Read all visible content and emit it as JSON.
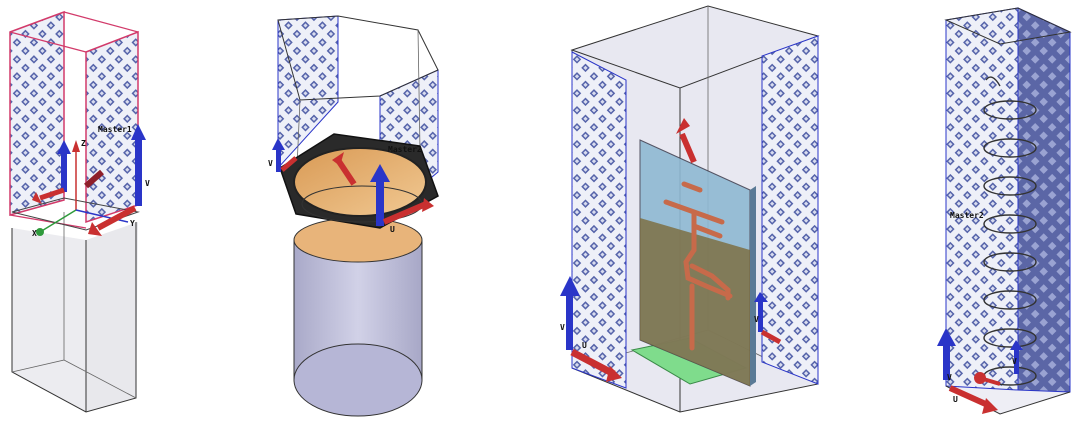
{
  "figure": {
    "panels": [
      {
        "id": "panel-1",
        "labels": {
          "master": "Master1",
          "v_axis": "V",
          "z_axis": "Z",
          "y_axis": "Y",
          "x_axis": "X"
        }
      },
      {
        "id": "panel-2",
        "labels": {
          "master": "Master2",
          "v_axis": "V",
          "u_axis": "U"
        }
      },
      {
        "id": "panel-3",
        "labels": {
          "v_left": "V",
          "u_left": "U",
          "v_right": "V"
        }
      },
      {
        "id": "panel-4",
        "labels": {
          "master": "Master2",
          "v_axis": "V",
          "u_axis": "U",
          "v_small": "V"
        }
      }
    ],
    "colors": {
      "boundary_pattern_light": "#e6e9f5",
      "boundary_pattern_dark": "#3b4a96",
      "master_edge": "#d23a6a",
      "axis_blue": "#2a35c8",
      "axis_red": "#c93030",
      "axis_green": "#2f9a3c",
      "dielectric_blue": "#8fb9d3",
      "dielectric_bronze": "#7c6a3a",
      "metal_trace": "#c76a4a",
      "ground_green": "#7fdc8c",
      "cylinder": "#b9b9d8",
      "hex_fill": "#e0b078"
    }
  }
}
